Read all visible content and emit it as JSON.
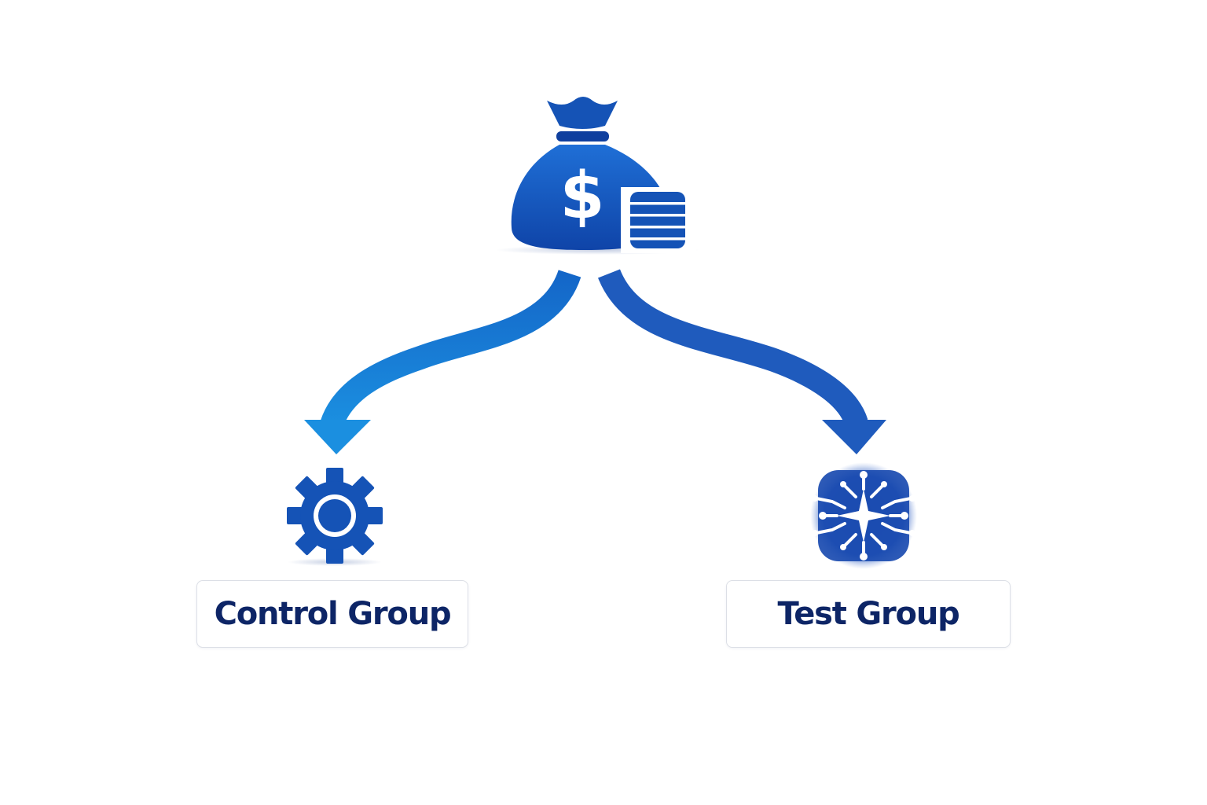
{
  "diagram": {
    "source": {
      "icon": "money-bag-with-coins-icon",
      "symbol": "$"
    },
    "branches": [
      {
        "id": "control",
        "label": "Control Group",
        "icon": "gear-icon",
        "arrow_color": "#1a7fd4"
      },
      {
        "id": "test",
        "label": "Test Group",
        "icon": "network-burst-icon",
        "arrow_color": "#1f5bbd"
      }
    ]
  },
  "colors": {
    "primary_blue": "#1553b6",
    "deep_blue": "#0f3f9e",
    "label_text": "#0d2566",
    "box_border": "#dcdfe6"
  }
}
